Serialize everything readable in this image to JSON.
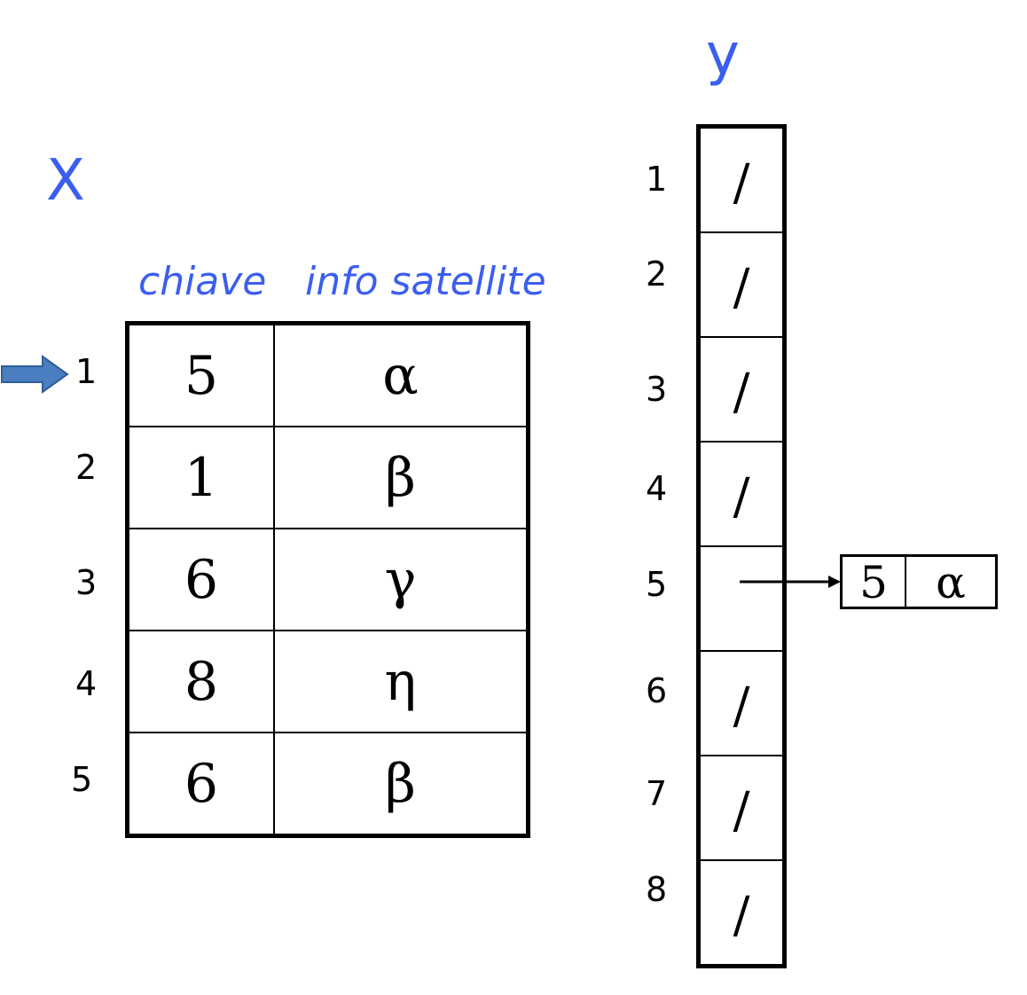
{
  "x_label": "X",
  "y_label": "Y",
  "headers": {
    "key": "chiave",
    "info": "info satellite"
  },
  "x_rows": [
    {
      "index": "1",
      "key": "5",
      "info": "α"
    },
    {
      "index": "2",
      "key": "1",
      "info": "β"
    },
    {
      "index": "3",
      "key": "6",
      "info": "γ"
    },
    {
      "index": "4",
      "key": "8",
      "info": "η"
    },
    {
      "index": "5",
      "key": "6",
      "info": "β"
    }
  ],
  "y_cells": [
    {
      "index": "1",
      "value": "/"
    },
    {
      "index": "2",
      "value": "/"
    },
    {
      "index": "3",
      "value": "/"
    },
    {
      "index": "4",
      "value": "/"
    },
    {
      "index": "5",
      "value": ""
    },
    {
      "index": "6",
      "value": "/"
    },
    {
      "index": "7",
      "value": "/"
    },
    {
      "index": "8",
      "value": "/"
    }
  ],
  "list_node": {
    "key": "5",
    "info": "α"
  },
  "colors": {
    "label_blue": "#3b5ef0",
    "arrow_fill": "#4a7ec0",
    "arrow_stroke": "#2f5f96"
  }
}
